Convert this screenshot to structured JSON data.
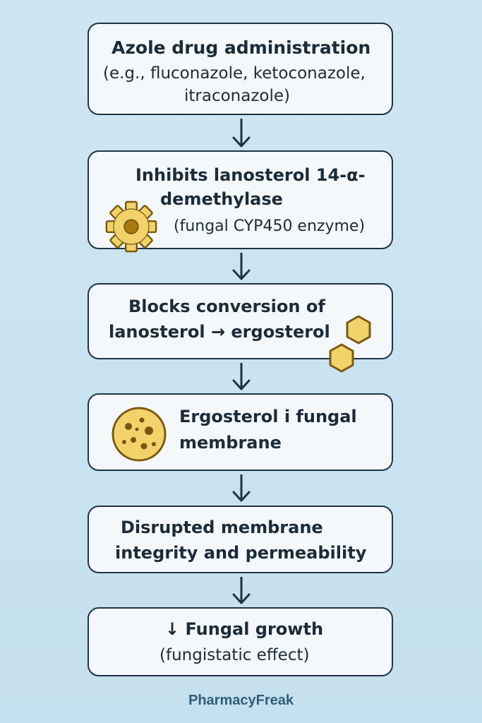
{
  "steps": [
    {
      "lines": [
        "Azole drug administration",
        "(e.g., fluconazole, ketoconazole,",
        "itraconazole)"
      ]
    },
    {
      "lines": [
        "Inhibits lanosterol 14-α-",
        "demethylase",
        "(fungal CYP450 enzyme)"
      ],
      "icon": "gear-icon"
    },
    {
      "lines": [
        "Blocks conversion of",
        "lanosterol → ergosterol"
      ],
      "icon": "sterol-ring-icon"
    },
    {
      "lines": [
        "Ergosterol i fungal",
        "membrane"
      ],
      "icon": "fungal-cell-icon"
    },
    {
      "lines": [
        "Disrupted membrane",
        "integrity and permeability"
      ]
    },
    {
      "lines": [
        "↓ Fungal growth",
        "(fungistatic effect)"
      ]
    }
  ],
  "footer": "PharmacyFreak",
  "colors": {
    "background": "#c7e1ef",
    "box_fill": "#f4f8fb",
    "box_border": "#1f3347",
    "arrow": "#1f3347",
    "icon_fill": "#f2d36b",
    "icon_stroke": "#7a5a10",
    "footer": "#2e5f78"
  }
}
